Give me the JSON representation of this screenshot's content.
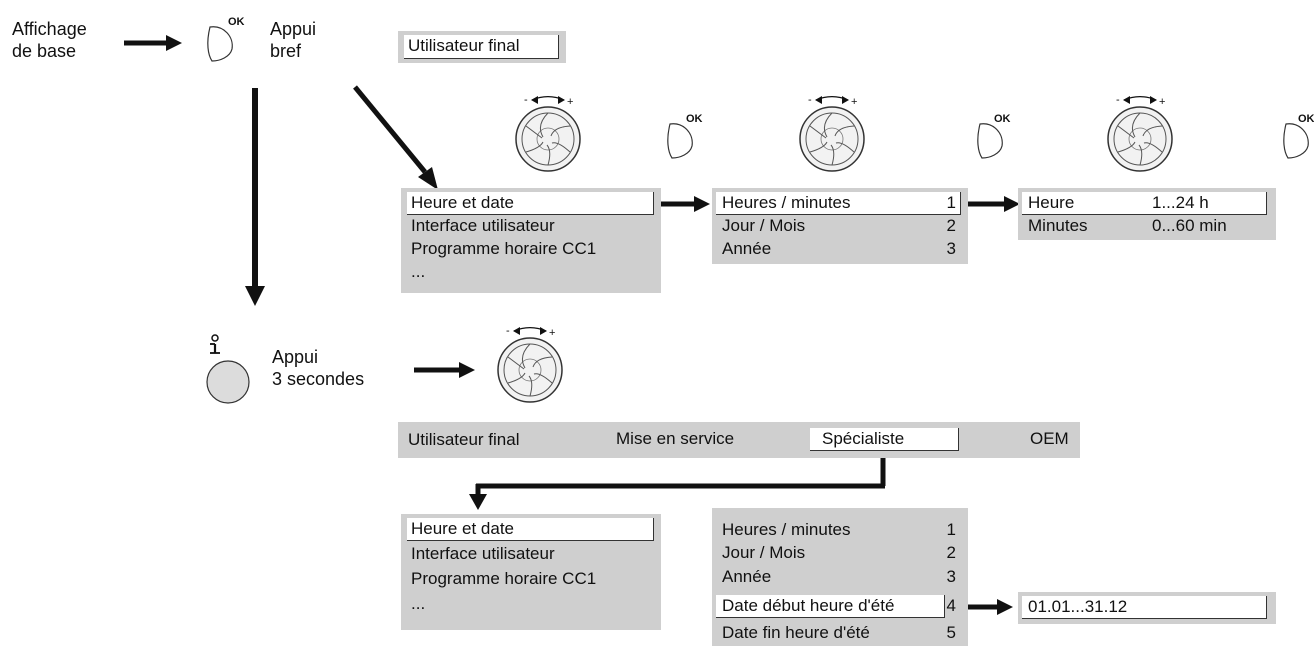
{
  "start": {
    "line1": "Affichage",
    "line2": "de base"
  },
  "short_press": {
    "line1": "Appui",
    "line2": "bref"
  },
  "long_press": {
    "line1": "Appui",
    "line2": "3 secondes"
  },
  "ok_label": "OK",
  "level_box_top": "Utilisateur final",
  "top_menu": [
    "Heure et date",
    "Interface utilisateur",
    "Programme horaire CC1",
    "..."
  ],
  "time_menu": [
    {
      "label": "Heures / minutes",
      "num": "1"
    },
    {
      "label": "Jour / Mois",
      "num": "2"
    },
    {
      "label": "Année",
      "num": "3"
    }
  ],
  "time_values": [
    {
      "label": "Heure",
      "range": "1...24 h"
    },
    {
      "label": "Minutes",
      "range": "0...60 min"
    }
  ],
  "levels": [
    "Utilisateur final",
    "Mise en service",
    "Spécialiste",
    "OEM"
  ],
  "bottom_menu": [
    "Heure et date",
    "Interface utilisateur",
    "Programme horaire CC1",
    "..."
  ],
  "bottom_time_menu": [
    {
      "label": "Heures / minutes",
      "num": "1"
    },
    {
      "label": "Jour / Mois",
      "num": "2"
    },
    {
      "label": "Année",
      "num": "3"
    },
    {
      "label": "Date début heure d'été",
      "num": "4"
    },
    {
      "label": "Date fin heure d'été",
      "num": "5"
    }
  ],
  "date_range": "01.01...31.12"
}
